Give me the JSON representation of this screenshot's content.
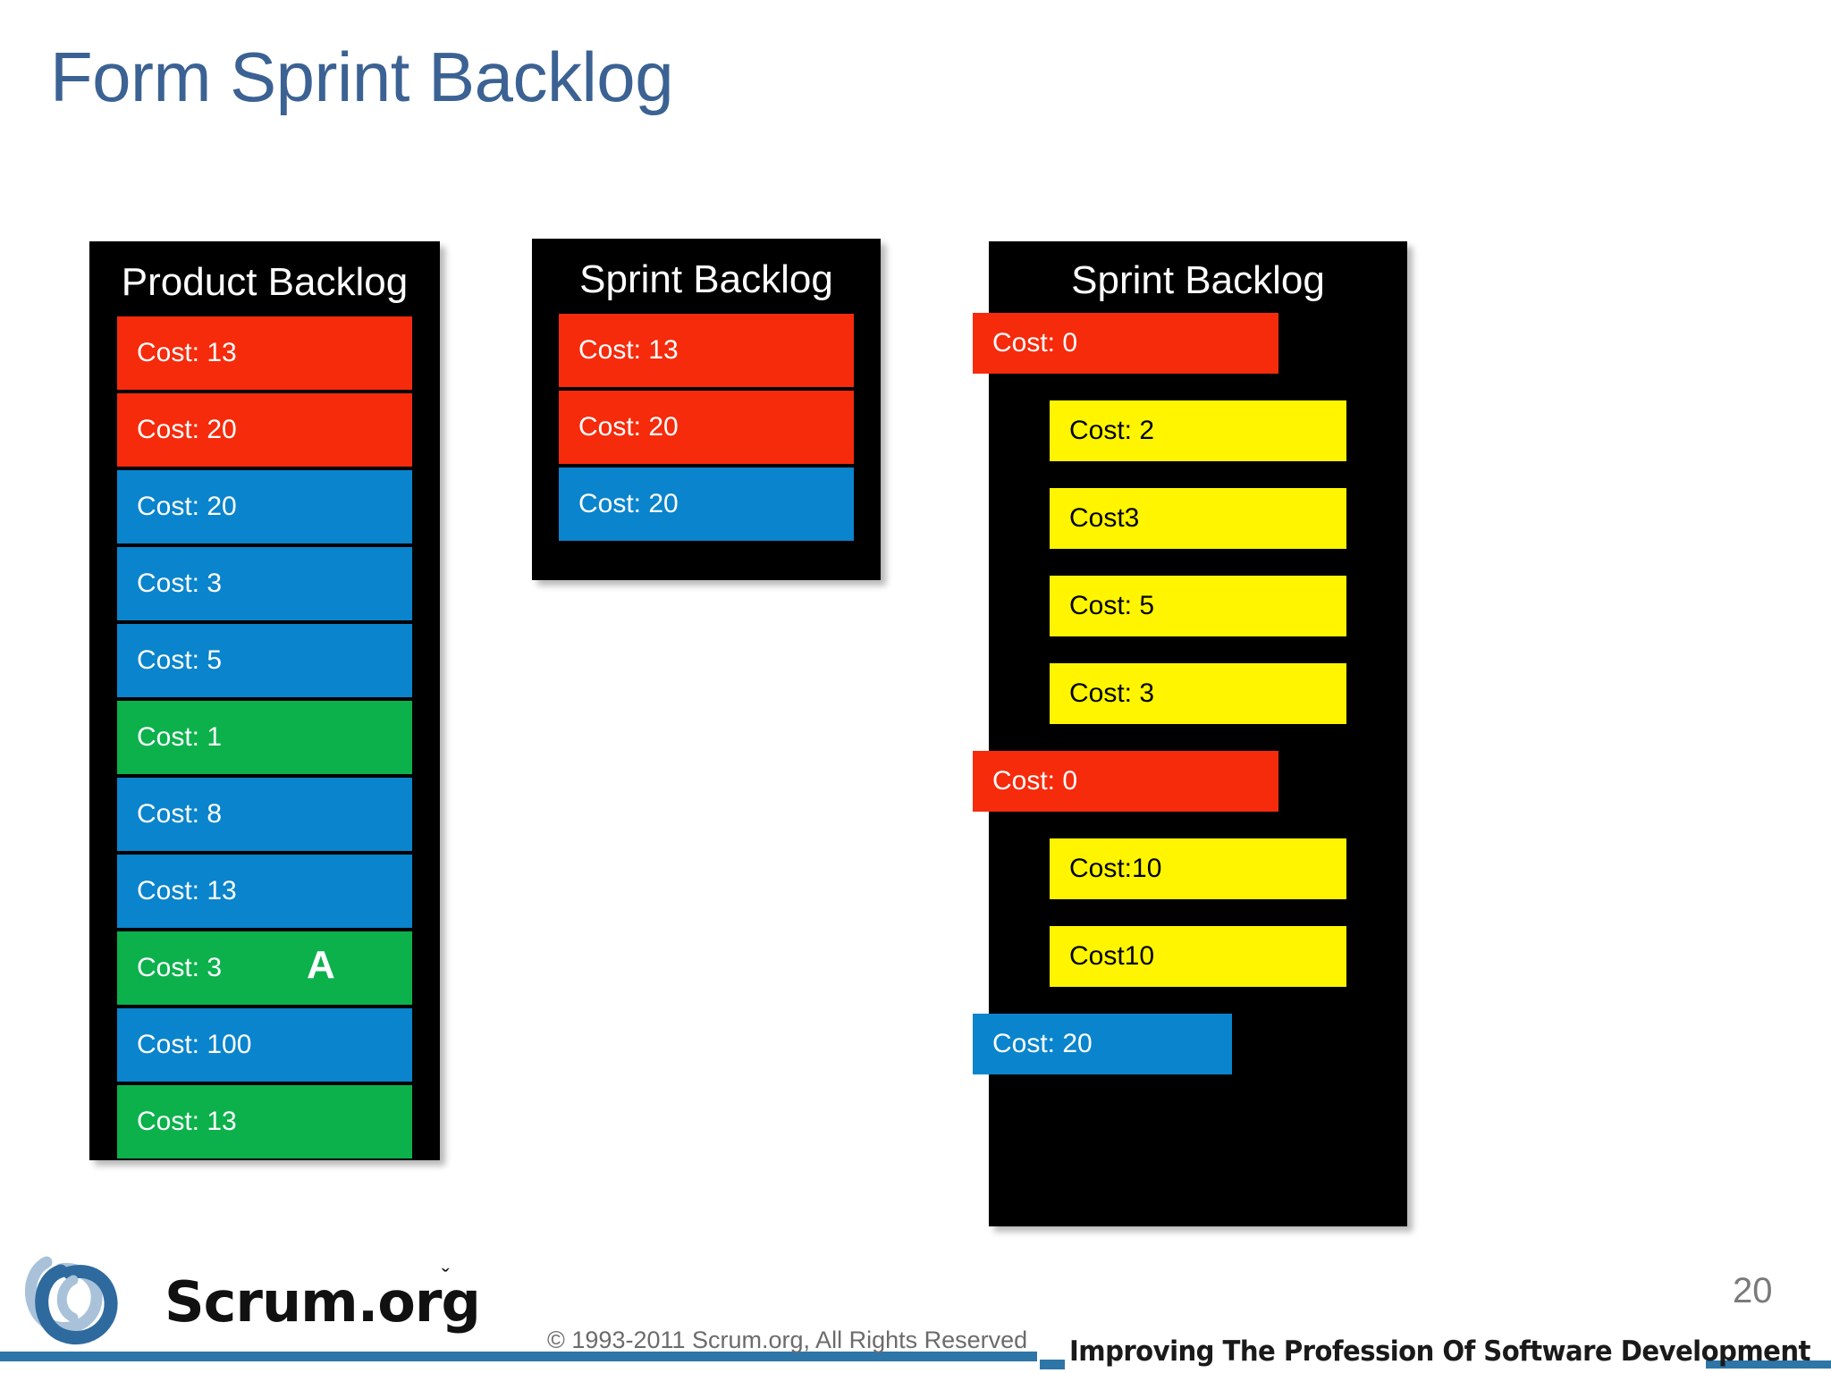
{
  "slide": {
    "title": "Form Sprint Backlog",
    "page_number": "20",
    "title_color": "#3B6293"
  },
  "palette": {
    "red": "#F52B0C",
    "blue": "#0A84CC",
    "green": "#0CB14C",
    "yellow": "#FFF500",
    "panel_bg": "#000000",
    "accent_blue": "#2E75A8",
    "footer_text": "#6B6B6B"
  },
  "panels": [
    {
      "id": "product-backlog",
      "heading": "Product Backlog",
      "items": [
        {
          "label": "Cost: 13",
          "color": "red",
          "tag": ""
        },
        {
          "label": "Cost: 20",
          "color": "red",
          "tag": ""
        },
        {
          "label": "Cost: 20",
          "color": "blue",
          "tag": ""
        },
        {
          "label": "Cost: 3",
          "color": "blue",
          "tag": ""
        },
        {
          "label": "Cost: 5",
          "color": "blue",
          "tag": ""
        },
        {
          "label": "Cost: 1",
          "color": "green",
          "tag": ""
        },
        {
          "label": "Cost: 8",
          "color": "blue",
          "tag": ""
        },
        {
          "label": "Cost: 13",
          "color": "blue",
          "tag": ""
        },
        {
          "label": "Cost: 3",
          "color": "green",
          "tag": "A"
        },
        {
          "label": "Cost: 100",
          "color": "blue",
          "tag": ""
        },
        {
          "label": "Cost: 13",
          "color": "green",
          "tag": ""
        }
      ]
    },
    {
      "id": "sprint-backlog-small",
      "heading": "Sprint Backlog",
      "items": [
        {
          "label": "Cost: 13",
          "color": "red",
          "tag": ""
        },
        {
          "label": "Cost: 20",
          "color": "red",
          "tag": ""
        },
        {
          "label": "Cost: 20",
          "color": "blue",
          "tag": ""
        }
      ]
    },
    {
      "id": "sprint-backlog-tasks",
      "heading": "Sprint Backlog",
      "items": [
        {
          "label": "Cost: 0",
          "color": "red",
          "kind": "story"
        },
        {
          "label": "Cost: 2",
          "color": "yellow",
          "kind": "task"
        },
        {
          "label": "Cost3",
          "color": "yellow",
          "kind": "task"
        },
        {
          "label": "Cost: 5",
          "color": "yellow",
          "kind": "task"
        },
        {
          "label": "Cost: 3",
          "color": "yellow",
          "kind": "task"
        },
        {
          "label": "Cost: 0",
          "color": "red",
          "kind": "story-gap"
        },
        {
          "label": "Cost:10",
          "color": "yellow",
          "kind": "task"
        },
        {
          "label": "Cost10",
          "color": "yellow",
          "kind": "task"
        },
        {
          "label": "Cost: 20",
          "color": "blue",
          "kind": "done"
        }
      ]
    }
  ],
  "footer": {
    "logo_wordmark": "Scrum.org",
    "logo_tm": "ˇ",
    "copyright": "© 1993-2011 Scrum.org, All Rights Reserved",
    "tagline": "Improving The Profession Of Software Development"
  }
}
